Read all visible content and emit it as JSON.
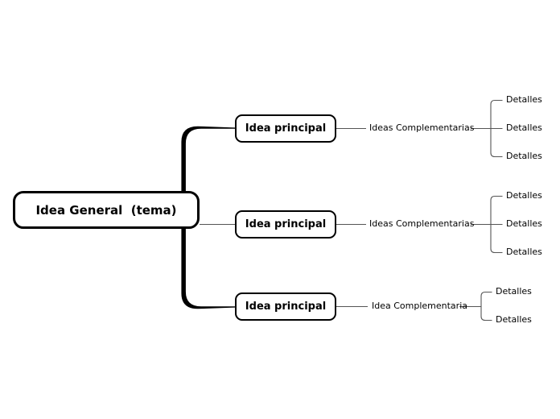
{
  "root": {
    "label": "Idea General  (tema)"
  },
  "branches": [
    {
      "main": "Idea principal",
      "complement": "Ideas Complementarias",
      "details": [
        "Detalles",
        "Detalles",
        "Detalles"
      ]
    },
    {
      "main": "Idea principal",
      "complement": "Ideas Complementarias",
      "details": [
        "Detalles",
        "Detalles",
        "Detalles"
      ]
    },
    {
      "main": "Idea principal",
      "complement": "Idea Complementaria",
      "details": [
        "Detalles",
        "Detalles"
      ]
    }
  ],
  "colors": {
    "background": "#ffffff",
    "node_border": "#000000",
    "thick_branch": "#000000",
    "thin_line": "#555555",
    "text": "#000000"
  }
}
